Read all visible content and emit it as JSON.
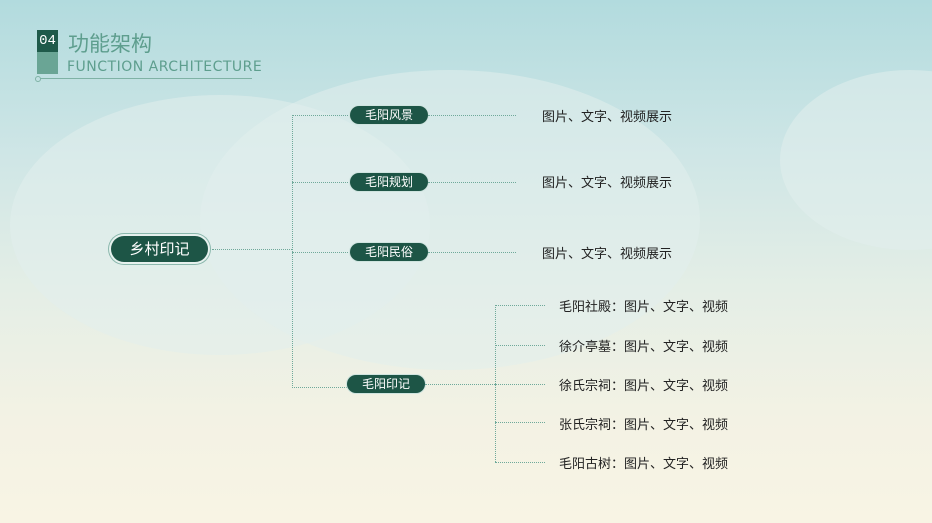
{
  "header": {
    "number": "04",
    "title": "功能架构",
    "subtitle": "FUNCTION ARCHITECTURE"
  },
  "root": "乡村印记",
  "branches": [
    {
      "label": "毛阳风景",
      "leaf": "图片、文字、视频展示"
    },
    {
      "label": "毛阳规划",
      "leaf": "图片、文字、视频展示"
    },
    {
      "label": "毛阳民俗",
      "leaf": "图片、文字、视频展示"
    },
    {
      "label": "毛阳印记",
      "children": [
        "毛阳社殿：图片、文字、视频",
        "徐介亭墓：图片、文字、视频",
        "徐氏宗祠：图片、文字、视频",
        "张氏宗祠：图片、文字、视频",
        "毛阳古树：图片、文字、视频"
      ]
    }
  ],
  "colors": {
    "accent": "#1d5546",
    "line": "#6fa99a"
  }
}
